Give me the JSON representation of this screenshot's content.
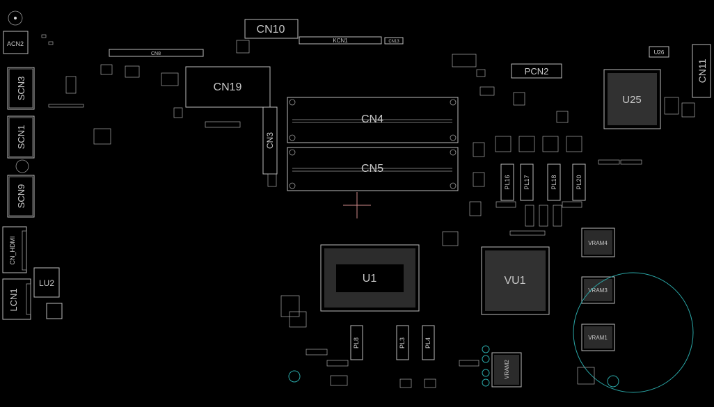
{
  "board": {
    "background": "#000000",
    "outline_color": "#bdbdbd",
    "accent_color": "#2aa7a7",
    "cursor_color": "#d08a8a"
  },
  "labels": {
    "acn2": "ACN2",
    "scn3": "SCN3",
    "scn1": "SCN1",
    "scn9": "SCN9",
    "cn_hdmi": "CN_HDMI",
    "lu2": "LU2",
    "lcn1": "LCN1",
    "cn8": "CN8",
    "cn10": "CN10",
    "kcn1": "KCN1",
    "cn13": "CN13",
    "cn19": "CN19",
    "cn3": "CN3",
    "cn4": "CN4",
    "cn5": "CN5",
    "pcn2": "PCN2",
    "u26": "U26",
    "u25": "U25",
    "cn11": "CN11",
    "u1": "U1",
    "vu1": "VU1",
    "vram4": "VRAM4",
    "vram3": "VRAM3",
    "vram1": "VRAM1",
    "vram2": "VRAM2",
    "pl16": "PL16",
    "pl17": "PL17",
    "pl18": "PL18",
    "pl20": "PL20",
    "pl8": "PL8",
    "pl3": "PL3",
    "pl4": "PL4"
  }
}
